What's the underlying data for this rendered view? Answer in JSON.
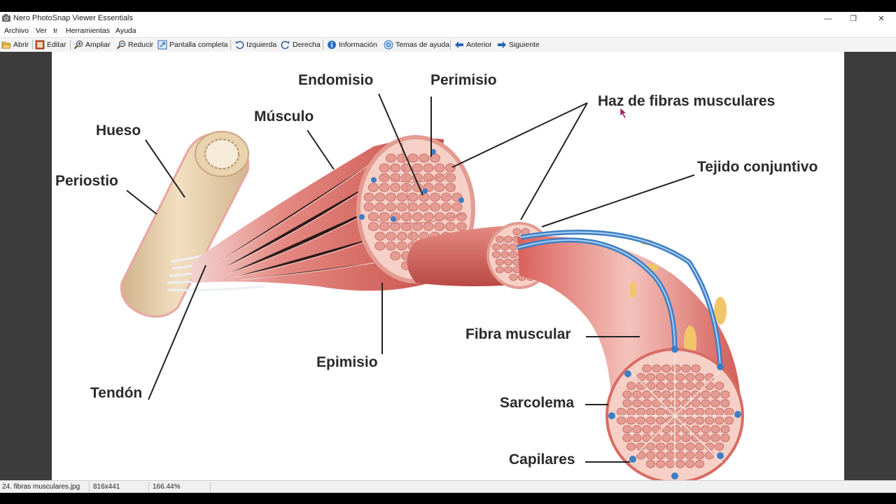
{
  "window": {
    "title": "Nero PhotoSnap Viewer Essentials",
    "controls": {
      "minimize": "—",
      "restore": "❐",
      "close": "✕"
    }
  },
  "menu": [
    "Archivo",
    "Ver",
    "Ir",
    "Herramientas",
    "Ayuda"
  ],
  "toolbar": {
    "open": "Abrir",
    "edit": "Editar",
    "zoom_in": "Ampliar",
    "zoom_out": "Reducir",
    "fullscreen": "Pantalla completa",
    "rotate_left": "Izquierda",
    "rotate_right": "Derecha",
    "info": "Información",
    "help": "Temas de ayuda",
    "previous": "Anterior",
    "next": "Siguiente"
  },
  "diagram": {
    "labels": {
      "hueso": "Hueso",
      "periostio": "Periostio",
      "musculo": "Músculo",
      "endomisio": "Endomisio",
      "perimisio": "Perimisio",
      "haz": "Haz de fibras musculares",
      "tejido": "Tejido conjuntivo",
      "fibra": "Fibra muscular",
      "epimisio": "Epimisio",
      "tendon": "Tendón",
      "sarcolema": "Sarcolema",
      "capilares": "Capilares"
    },
    "colors": {
      "muscle": "#d9645f",
      "fiber": "#e9a39a",
      "bone": "#e8cfa8",
      "capillary": "#3f7ec4",
      "fat": "#f3c56a"
    }
  },
  "status": {
    "filename": "24. fibras musculares.jpg",
    "dimensions": "816x441",
    "zoom": "166.44%"
  }
}
